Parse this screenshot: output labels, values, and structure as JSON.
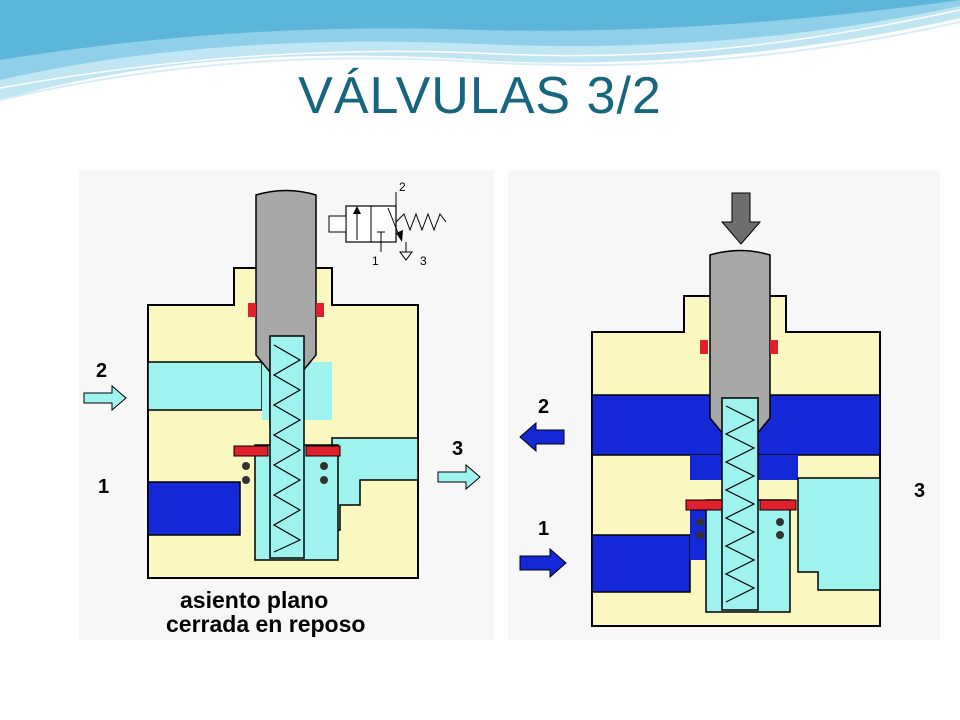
{
  "slide": {
    "title": "VÁLVULAS 3/2"
  },
  "left_diagram": {
    "port_inlet_label": "2",
    "port_supply_label": "1",
    "port_exhaust_label": "3",
    "caption_line1": "asiento plano",
    "caption_line2": "cerrada en reposo",
    "symbol": {
      "label_top": "2",
      "label_bottom_left": "1",
      "label_bottom_right": "3"
    }
  },
  "right_diagram": {
    "port_outlet_label": "2",
    "port_supply_label": "1",
    "port_exhaust_label": "3"
  },
  "colors": {
    "title": "#17667f",
    "body": "#fbf7c0",
    "light_flow": "#9ff3ef",
    "dark_flow": "#1428d8",
    "stem": "#a8a8a8",
    "seal": "#e0202c",
    "arrow_press": "#6e6e6e"
  },
  "icons": [
    "header-wave",
    "push-arrow-icon",
    "spring-icon",
    "valve-symbol-icon"
  ]
}
